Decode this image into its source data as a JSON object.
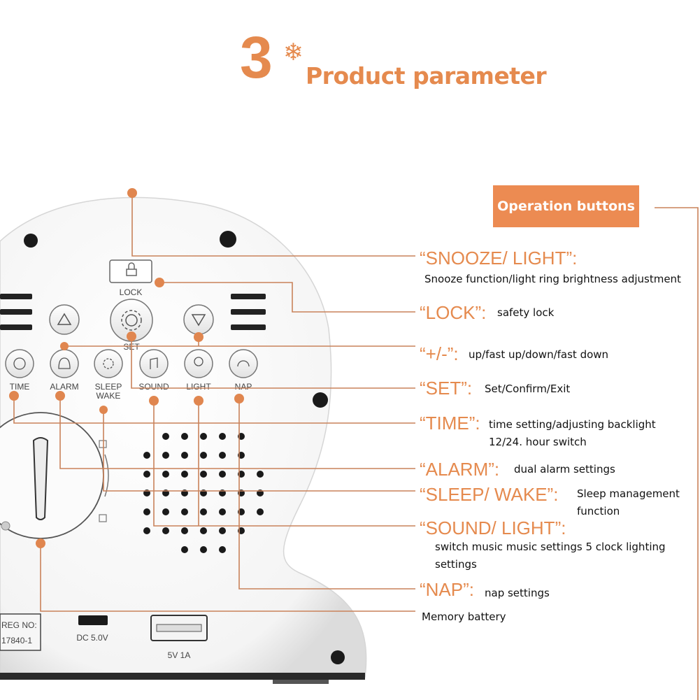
{
  "header": {
    "number": "3",
    "title": "Product parameter"
  },
  "operation_buttons": "Operation buttons",
  "callouts": [
    {
      "label": "“SNOOZE/ LIGHT”:",
      "desc": "Snooze function/light ring brightness adjustment"
    },
    {
      "label": "“LOCK”:",
      "desc": "safety lock"
    },
    {
      "label": "“+/-”:",
      "desc": "up/fast up/down/fast down"
    },
    {
      "label": "“SET”:",
      "desc": "Set/Confirm/Exit"
    },
    {
      "label": "“TIME”:",
      "desc": "time setting/adjusting backlight",
      "desc2": "12/24. hour switch"
    },
    {
      "label": "“ALARM”:",
      "desc": "dual alarm settings"
    },
    {
      "label": "“SLEEP/ WAKE”:",
      "desc": "Sleep management",
      "desc2": "function"
    },
    {
      "label": "“SOUND/ LIGHT”:",
      "desc": "switch music music settings 5 clock lighting",
      "desc2": "settings"
    },
    {
      "label": "“NAP”:",
      "desc": "nap settings"
    }
  ],
  "memory_battery": "Memory battery",
  "panel": {
    "lock": "LOCK",
    "set": "SET",
    "time": "TIME",
    "alarm": "ALARM",
    "sleep": "SLEEP",
    "wake": "WAKE",
    "sound": "SOUND",
    "light": "LIGHT",
    "nap": "NAP",
    "reg1": "REG NO:",
    "reg2": "17840-1",
    "dc": "DC 5.0V",
    "usb": "5V 1A"
  },
  "colors": {
    "accent": "#e58a4e",
    "leader": "#c9825a",
    "dot": "#e0864f"
  }
}
